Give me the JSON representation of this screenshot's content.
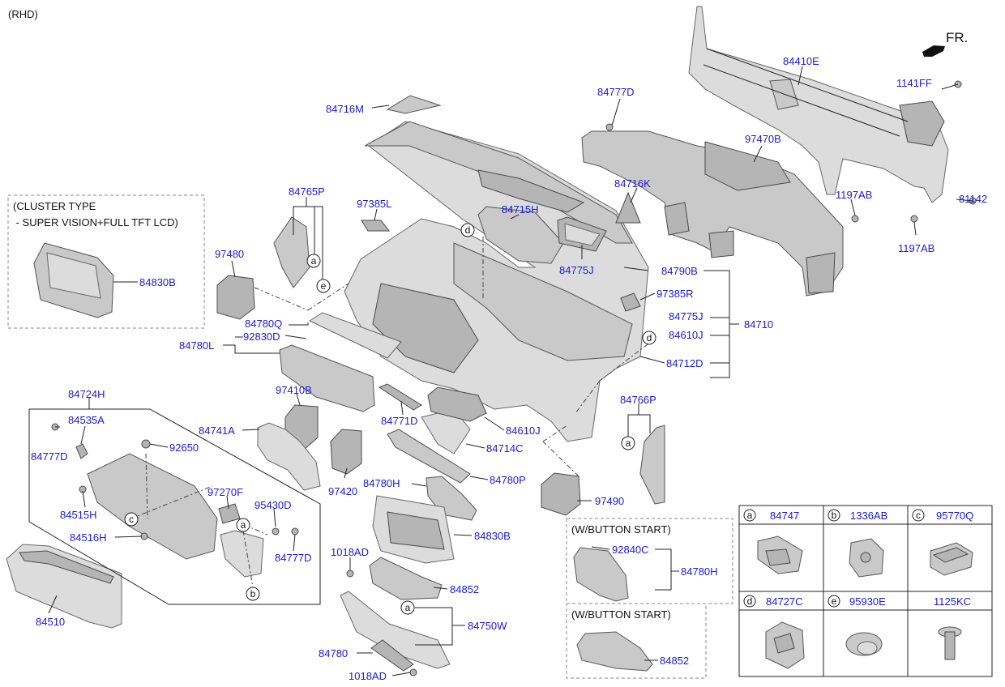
{
  "header": {
    "variant": "(RHD)",
    "direction": "FR."
  },
  "cluster_box": {
    "title_line1": "(CLUSTER TYPE",
    "title_line2": " - SUPER VISION+FULL TFT LCD)",
    "part": "84830B"
  },
  "labels": {
    "p84410E": "84410E",
    "p1141FF": "1141FF",
    "p84777D_top": "84777D",
    "p97470B": "97470B",
    "p84716M": "84716M",
    "p84716K": "84716K",
    "p81142": "81142",
    "p1197AB_a": "1197AB",
    "p1197AB_b": "1197AB",
    "p84765P": "84765P",
    "p97385L": "97385L",
    "p84715H": "84715H",
    "p84775J_a": "84775J",
    "p84790B": "84790B",
    "p97480": "97480",
    "p97385R": "97385R",
    "p84775J_b": "84775J",
    "p84610J_a": "84610J",
    "p84710": "84710",
    "p84712D": "84712D",
    "p84780Q": "84780Q",
    "p92830D": "92830D",
    "p84780L": "84780L",
    "p97410B": "97410B",
    "p84724H": "84724H",
    "p84766P": "84766P",
    "p84535A": "84535A",
    "p84741A": "84741A",
    "p84771D": "84771D",
    "p84610J_b": "84610J",
    "p84777D_mid": "84777D",
    "p92650": "92650",
    "p84714C": "84714C",
    "p84780P": "84780P",
    "p84780H": "84780H",
    "p97420": "97420",
    "p97270F": "97270F",
    "p95430D": "95430D",
    "p84515H": "84515H",
    "p97490": "97490",
    "p84516H": "84516H",
    "p84830B_main": "84830B",
    "p84777D_low": "84777D",
    "p1018AD_a": "1018AD",
    "p84852": "84852",
    "p84510": "84510",
    "p84750W": "84750W",
    "p84780": "84780",
    "p1018AD_b": "1018AD"
  },
  "btn_start_1": {
    "title": "(W/BUTTON START)",
    "part_a": "92840C",
    "part_b": "84780H"
  },
  "btn_start_2": {
    "title": "(W/BUTTON START)",
    "part": "84852"
  },
  "callouts": {
    "a": "a",
    "b": "b",
    "c": "c",
    "d": "d",
    "e": "e"
  },
  "fastener_table": [
    {
      "key": "a",
      "part": "84747"
    },
    {
      "key": "b",
      "part": "1336AB"
    },
    {
      "key": "c",
      "part": "95770Q"
    },
    {
      "key": "d",
      "part": "84727C"
    },
    {
      "key": "e",
      "part": "95930E"
    },
    {
      "key": "",
      "part": "1125KC"
    }
  ]
}
